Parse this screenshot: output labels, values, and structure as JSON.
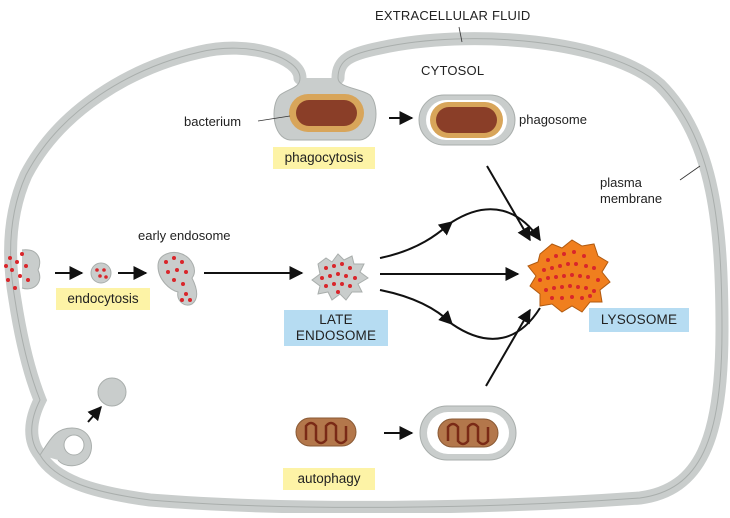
{
  "labels": {
    "extracellular_fluid": "EXTRACELLULAR FLUID",
    "cytosol": "CYTOSOL",
    "bacterium": "bacterium",
    "phagosome": "phagosome",
    "phagocytosis": "phagocytosis",
    "plasma_membrane_line1": "plasma",
    "plasma_membrane_line2": "membrane",
    "early_endosome": "early endosome",
    "endocytosis": "endocytosis",
    "late_endosome_line1": "LATE",
    "late_endosome_line2": "ENDOSOME",
    "lysosome": "LYSOSOME",
    "autophagy": "autophagy"
  },
  "colors": {
    "membrane": "#c9cdcc",
    "membrane_edge": "#a9aeac",
    "bacterium_outer": "#d8a55a",
    "bacterium_inner": "#8a3e28",
    "cargo_dot": "#d9262b",
    "lysosome_fill": "#f07f1e",
    "highlight_yellow": "#fdf3a6",
    "highlight_blue": "#b6dcf2"
  }
}
